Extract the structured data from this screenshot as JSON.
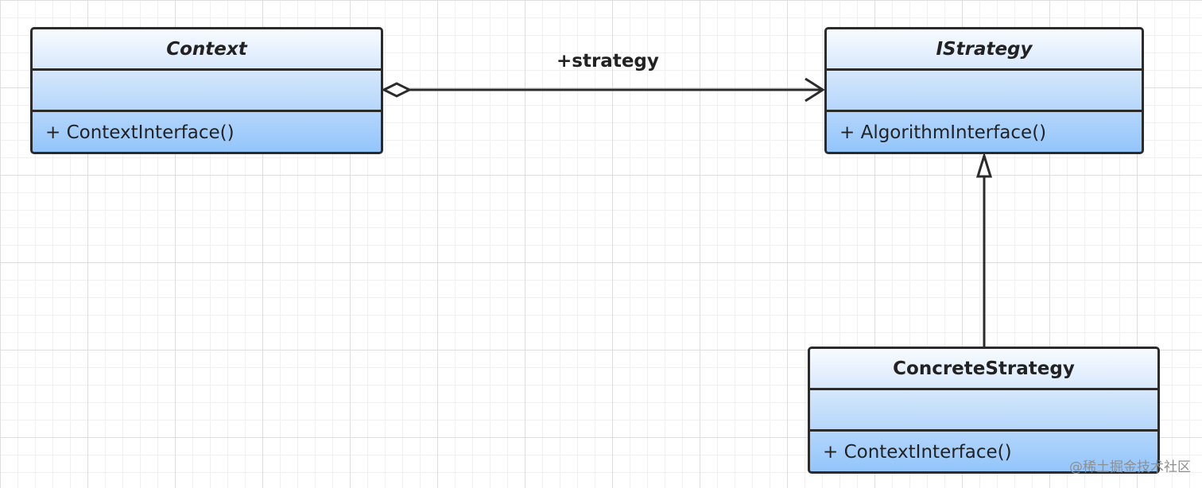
{
  "classes": {
    "context": {
      "name": "Context",
      "operations": [
        "+ ContextInterface()"
      ]
    },
    "istrategy": {
      "name": "IStrategy",
      "operations": [
        "+ AlgorithmInterface()"
      ]
    },
    "concrete_strategy": {
      "name": "ConcreteStrategy",
      "operations": [
        "+ ContextInterface()"
      ]
    }
  },
  "relations": {
    "aggregation": {
      "label": "+strategy",
      "type": "aggregation"
    },
    "realization": {
      "type": "inheritance"
    }
  },
  "watermark": "@稀土掘金技术社区",
  "colors": {
    "class_fill_top": "#f8fbff",
    "class_fill_bottom": "#93c5fb",
    "stroke": "#2b2b2b",
    "grid": "#dedede"
  }
}
